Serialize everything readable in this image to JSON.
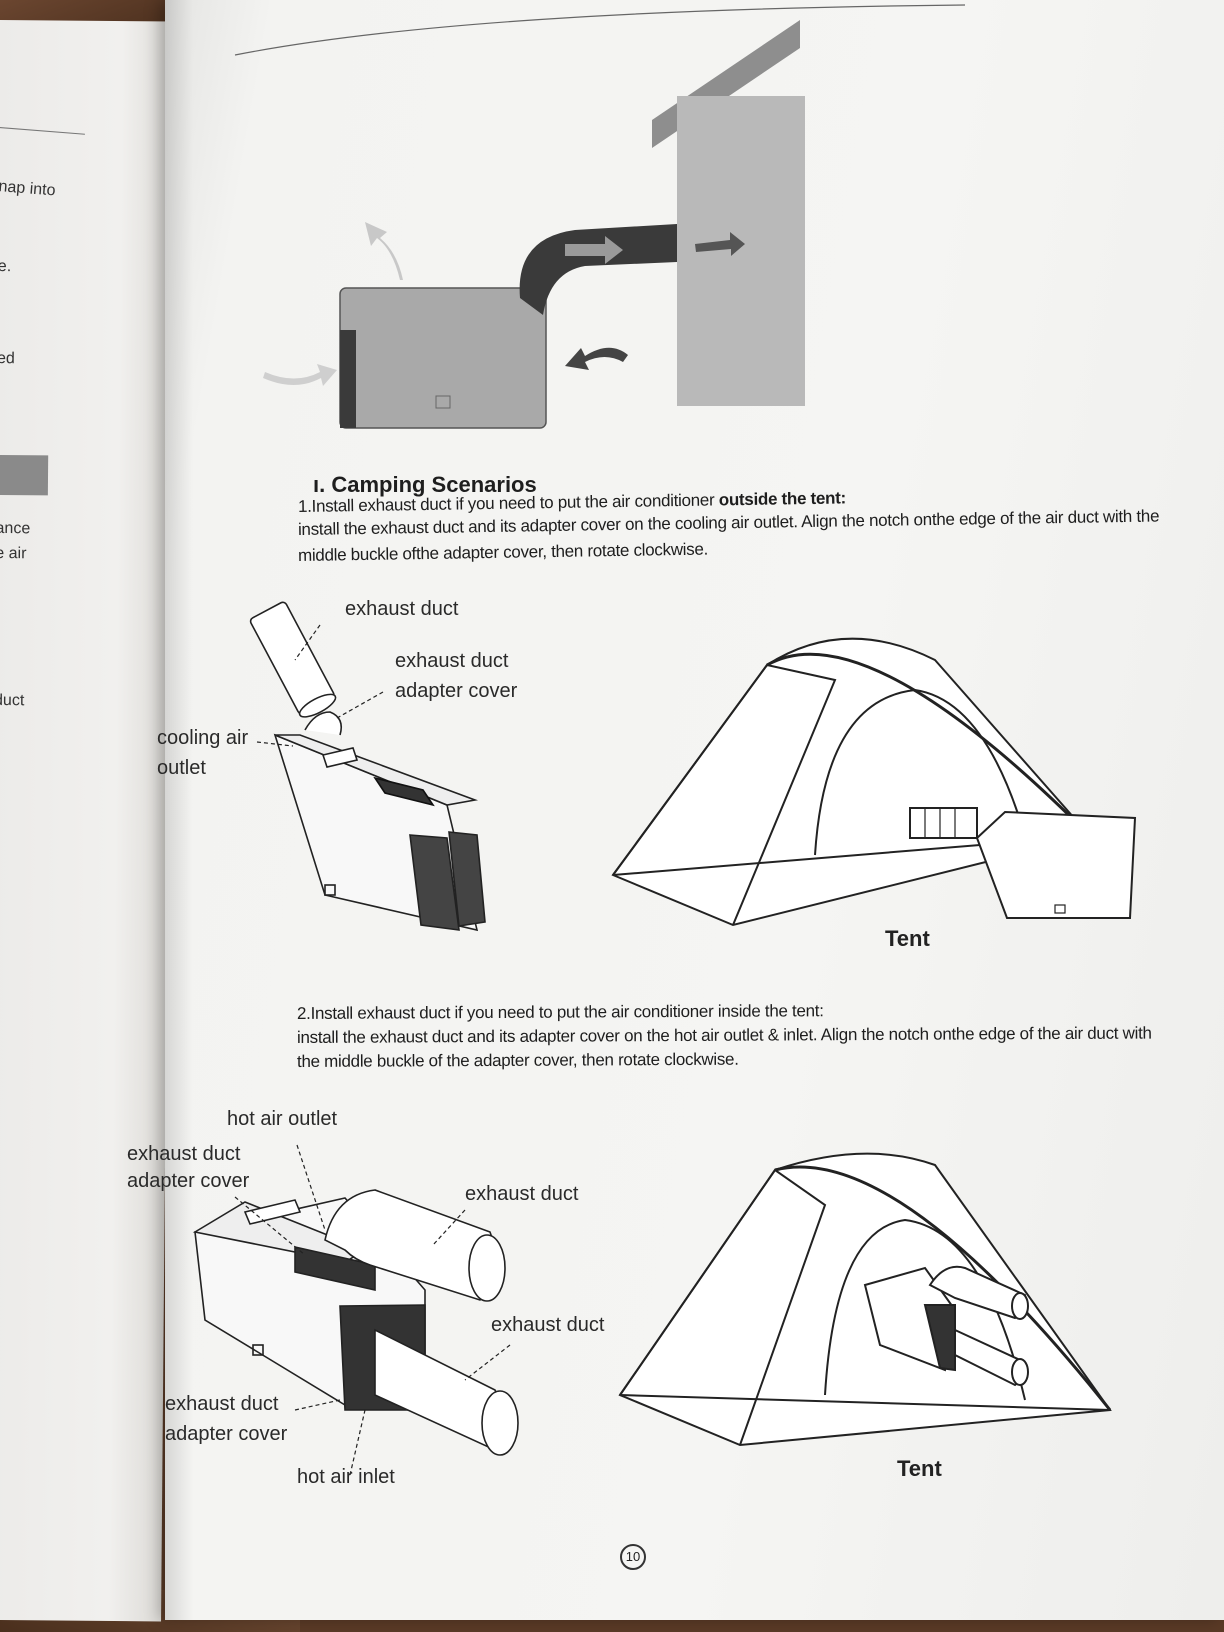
{
  "left_page": {
    "fragments": [
      "nap into",
      "e.",
      "ed",
      "ance",
      "e air",
      "duct"
    ]
  },
  "section": {
    "title": "ı. Camping Scenarios",
    "item1": {
      "line1_plain": "1.Install exhaust duct if you need to put the air conditioner ",
      "line1_bold": "outside the tent:",
      "line2": "install the exhaust duct and its adapter cover on the cooling air outlet. Align the notch onthe edge of the air duct with the",
      "line3": "middle buckle ofthe adapter cover, then rotate clockwise."
    },
    "item2": {
      "line1": "2.Install exhaust duct if you need to put the air conditioner inside the tent:",
      "line2": "install the exhaust duct and its adapter cover on the hot air outlet & inlet. Align the notch onthe edge of the air duct with",
      "line3": "the middle buckle of the adapter cover, then rotate clockwise."
    }
  },
  "diagram1": {
    "exhaust_duct": "exhaust duct",
    "adapter_cover_l1": "exhaust duct",
    "adapter_cover_l2": "adapter cover",
    "cooling_outlet_l1": "cooling air",
    "cooling_outlet_l2": "outlet",
    "tent": "Tent"
  },
  "diagram2": {
    "hot_air_outlet": "hot air outlet",
    "adapter_top_l1": "exhaust duct",
    "adapter_top_l2": "adapter cover",
    "exhaust_duct_top": "exhaust duct",
    "exhaust_duct_bottom": "exhaust duct",
    "adapter_bottom_l1": "exhaust duct",
    "adapter_bottom_l2": "adapter cover",
    "hot_air_inlet": "hot air inlet",
    "tent": "Tent"
  },
  "page_number": "10"
}
